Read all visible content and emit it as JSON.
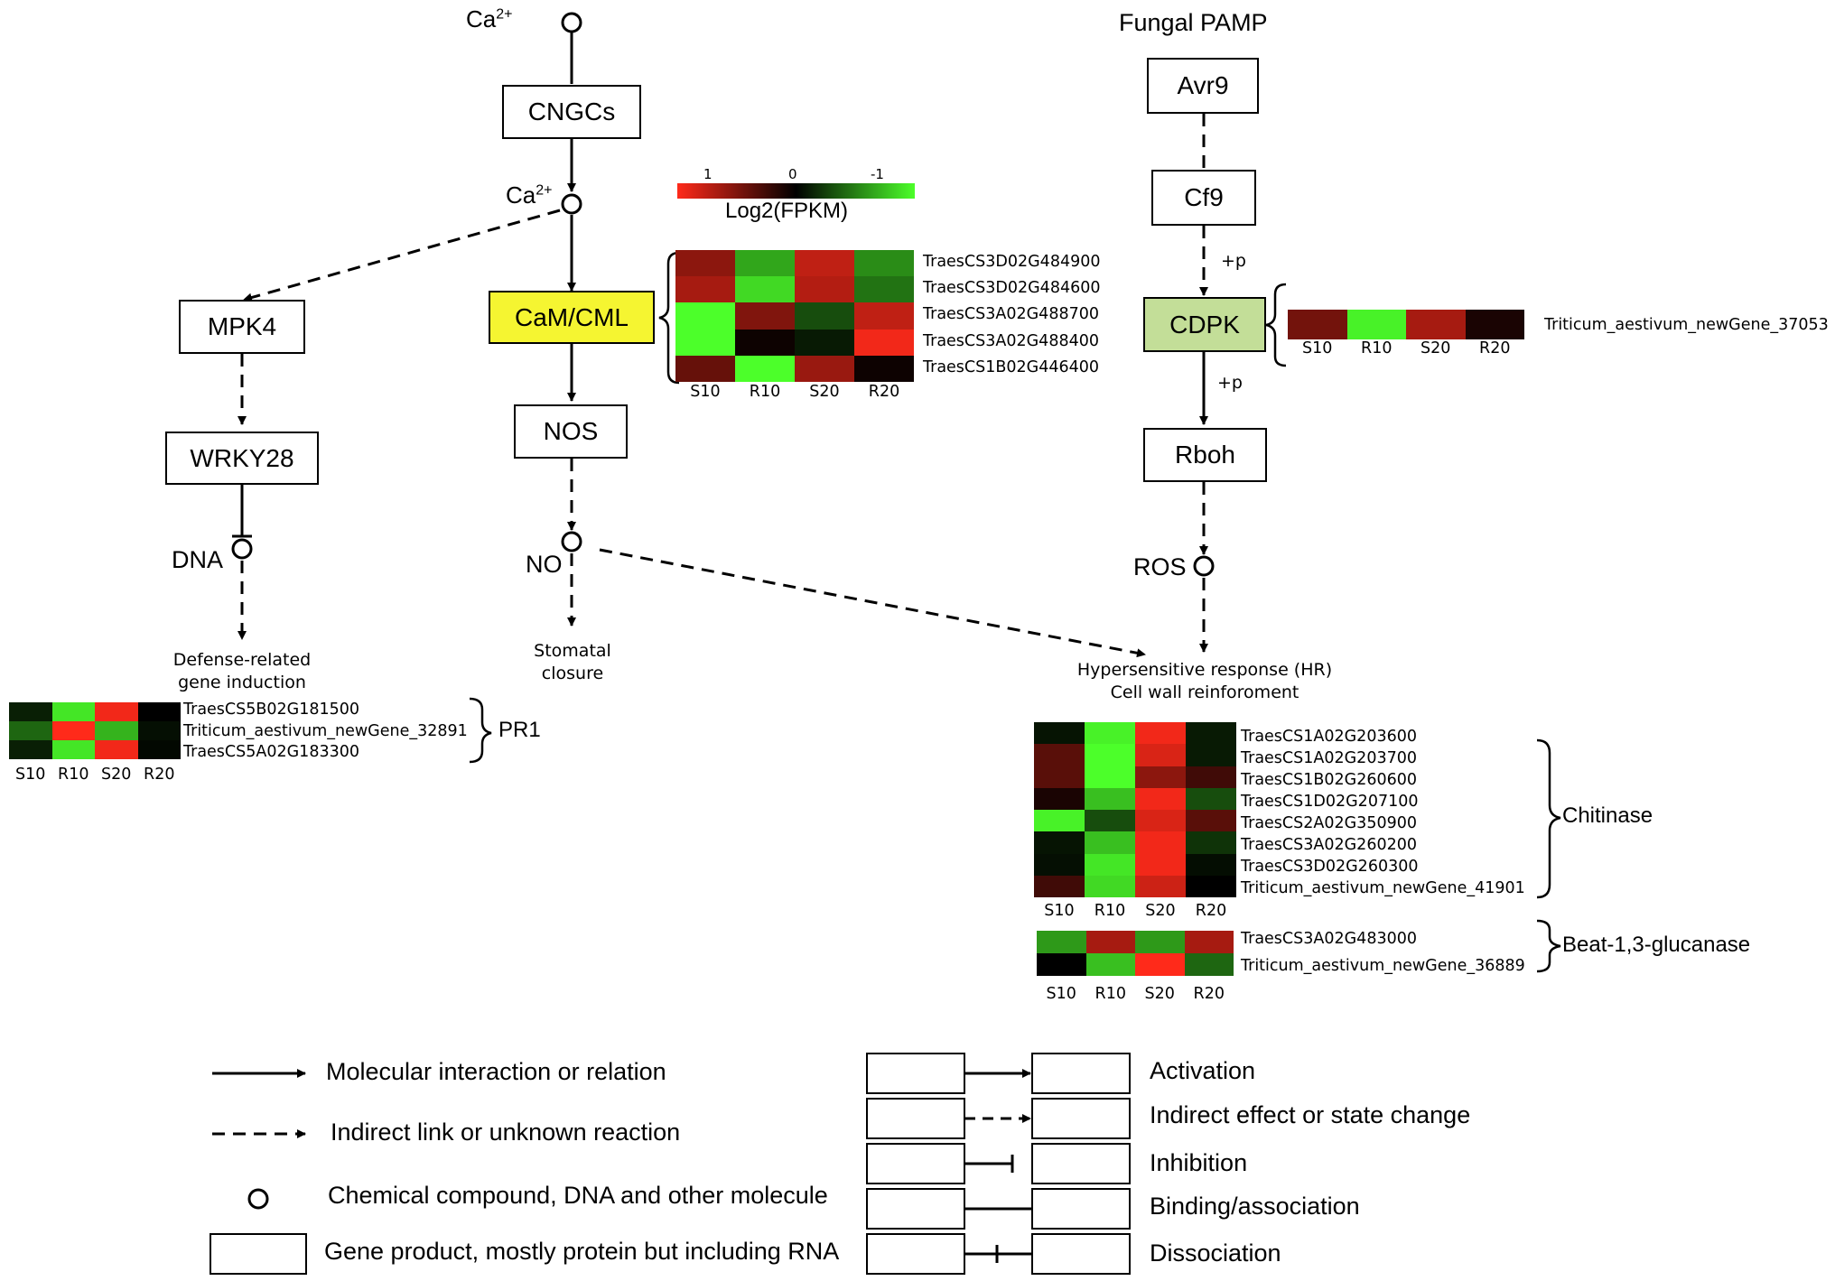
{
  "nodes": {
    "cngcs": "CNGCs",
    "mpk4": "MPK4",
    "wrky28": "WRKY28",
    "cam_cml": "CaM/CML",
    "nos": "NOS",
    "avr9": "Avr9",
    "cf9": "Cf9",
    "cdpk": "CDPK",
    "rboh": "Rboh"
  },
  "compounds": {
    "ca_top": "Ca",
    "ca_mid": "Ca",
    "ca_sup": "2+",
    "dna": "DNA",
    "no": "NO",
    "ros": "ROS"
  },
  "labels": {
    "fungal_pamp": "Fungal  PAMP",
    "plus_p_1": "+p",
    "plus_p_2": "+p",
    "defense_line1": "Defense-related",
    "defense_line2": "gene induction",
    "stomatal_line1": "Stomatal",
    "stomatal_line2": "closure",
    "hr_line1": "Hypersensitive response (HR)",
    "hr_line2": "Cell wall reinforoment",
    "pr1": "PR1",
    "chitinase": "Chitinase",
    "glucanase": "Beat-1,3-glucanase"
  },
  "color_scale": {
    "title": "Log2(FPKM)",
    "ticks": [
      "1",
      "0",
      "-1"
    ],
    "high_color": "#ff2a1a",
    "mid_color": "#000000",
    "low_color": "#4cff2a"
  },
  "heatmaps": {
    "cam": {
      "columns": [
        "S10",
        "R10",
        "S20",
        "R20"
      ],
      "genes": [
        "TraesCS3D02G484900",
        "TraesCS3D02G484600",
        "TraesCS3A02G488700",
        "TraesCS3A02G488400",
        "TraesCS1B02G446400"
      ],
      "values": [
        [
          0.55,
          -0.65,
          0.75,
          -0.55
        ],
        [
          0.65,
          -0.85,
          0.7,
          -0.45
        ],
        [
          -1,
          0.5,
          -0.3,
          0.75
        ],
        [
          -1,
          0.05,
          -0.1,
          0.95
        ],
        [
          0.4,
          -1,
          0.6,
          0.05
        ]
      ]
    },
    "cdpk": {
      "columns": [
        "S10",
        "R10",
        "S20",
        "R20"
      ],
      "genes": [
        "Triticum_aestivum_newGene_37053"
      ],
      "values": [
        [
          0.45,
          -0.95,
          0.65,
          0.1
        ]
      ]
    },
    "pr1": {
      "columns": [
        "S10",
        "R10",
        "S20",
        "R20"
      ],
      "genes": [
        "TraesCS5B02G181500",
        "Triticum_aestivum_newGene_32891",
        "TraesCS5A02G183300"
      ],
      "values": [
        [
          -0.12,
          -0.9,
          0.95,
          0.0
        ],
        [
          -0.4,
          1,
          -0.7,
          -0.06
        ],
        [
          -0.12,
          -0.9,
          0.95,
          -0.03
        ]
      ]
    },
    "chitinase": {
      "columns": [
        "S10",
        "R10",
        "S20",
        "R20"
      ],
      "genes": [
        "TraesCS1A02G203600",
        "TraesCS1A02G203700",
        "TraesCS1B02G260600",
        "TraesCS1D02G207100",
        "TraesCS2A02G350900",
        "TraesCS3A02G260200",
        "TraesCS3D02G260300",
        "Triticum_aestivum_newGene_41901"
      ],
      "values": [
        [
          -0.08,
          -0.95,
          0.95,
          -0.1
        ],
        [
          0.35,
          -1,
          0.85,
          -0.1
        ],
        [
          0.35,
          -1,
          0.55,
          0.25
        ],
        [
          0.1,
          -0.75,
          0.95,
          -0.3
        ],
        [
          -0.95,
          -0.3,
          0.85,
          0.35
        ],
        [
          -0.08,
          -0.75,
          0.95,
          -0.2
        ],
        [
          -0.06,
          -0.9,
          0.95,
          -0.05
        ],
        [
          0.25,
          -0.85,
          0.8,
          0.0
        ]
      ]
    },
    "glucanase": {
      "columns": [
        "S10",
        "R10",
        "S20",
        "R20"
      ],
      "genes": [
        "TraesCS3A02G483000",
        "Triticum_aestivum_newGene_36889"
      ],
      "values": [
        [
          -0.6,
          0.65,
          -0.6,
          0.65
        ],
        [
          0.0,
          -0.75,
          1,
          -0.4
        ]
      ]
    }
  },
  "legend": {
    "molecular": "Molecular interaction or relation",
    "indirect_link": "Indirect link or unknown reaction",
    "compound": "Chemical compound, DNA and other molecule",
    "gene_product": "Gene product, mostly protein but including RNA",
    "activation": "Activation",
    "indirect_effect": "Indirect effect or state change",
    "inhibition": "Inhibition",
    "binding": "Binding/association",
    "dissociation": "Dissociation"
  },
  "colors": {
    "cam_fill": "#f5f531",
    "cdpk_fill": "#c3de98"
  }
}
